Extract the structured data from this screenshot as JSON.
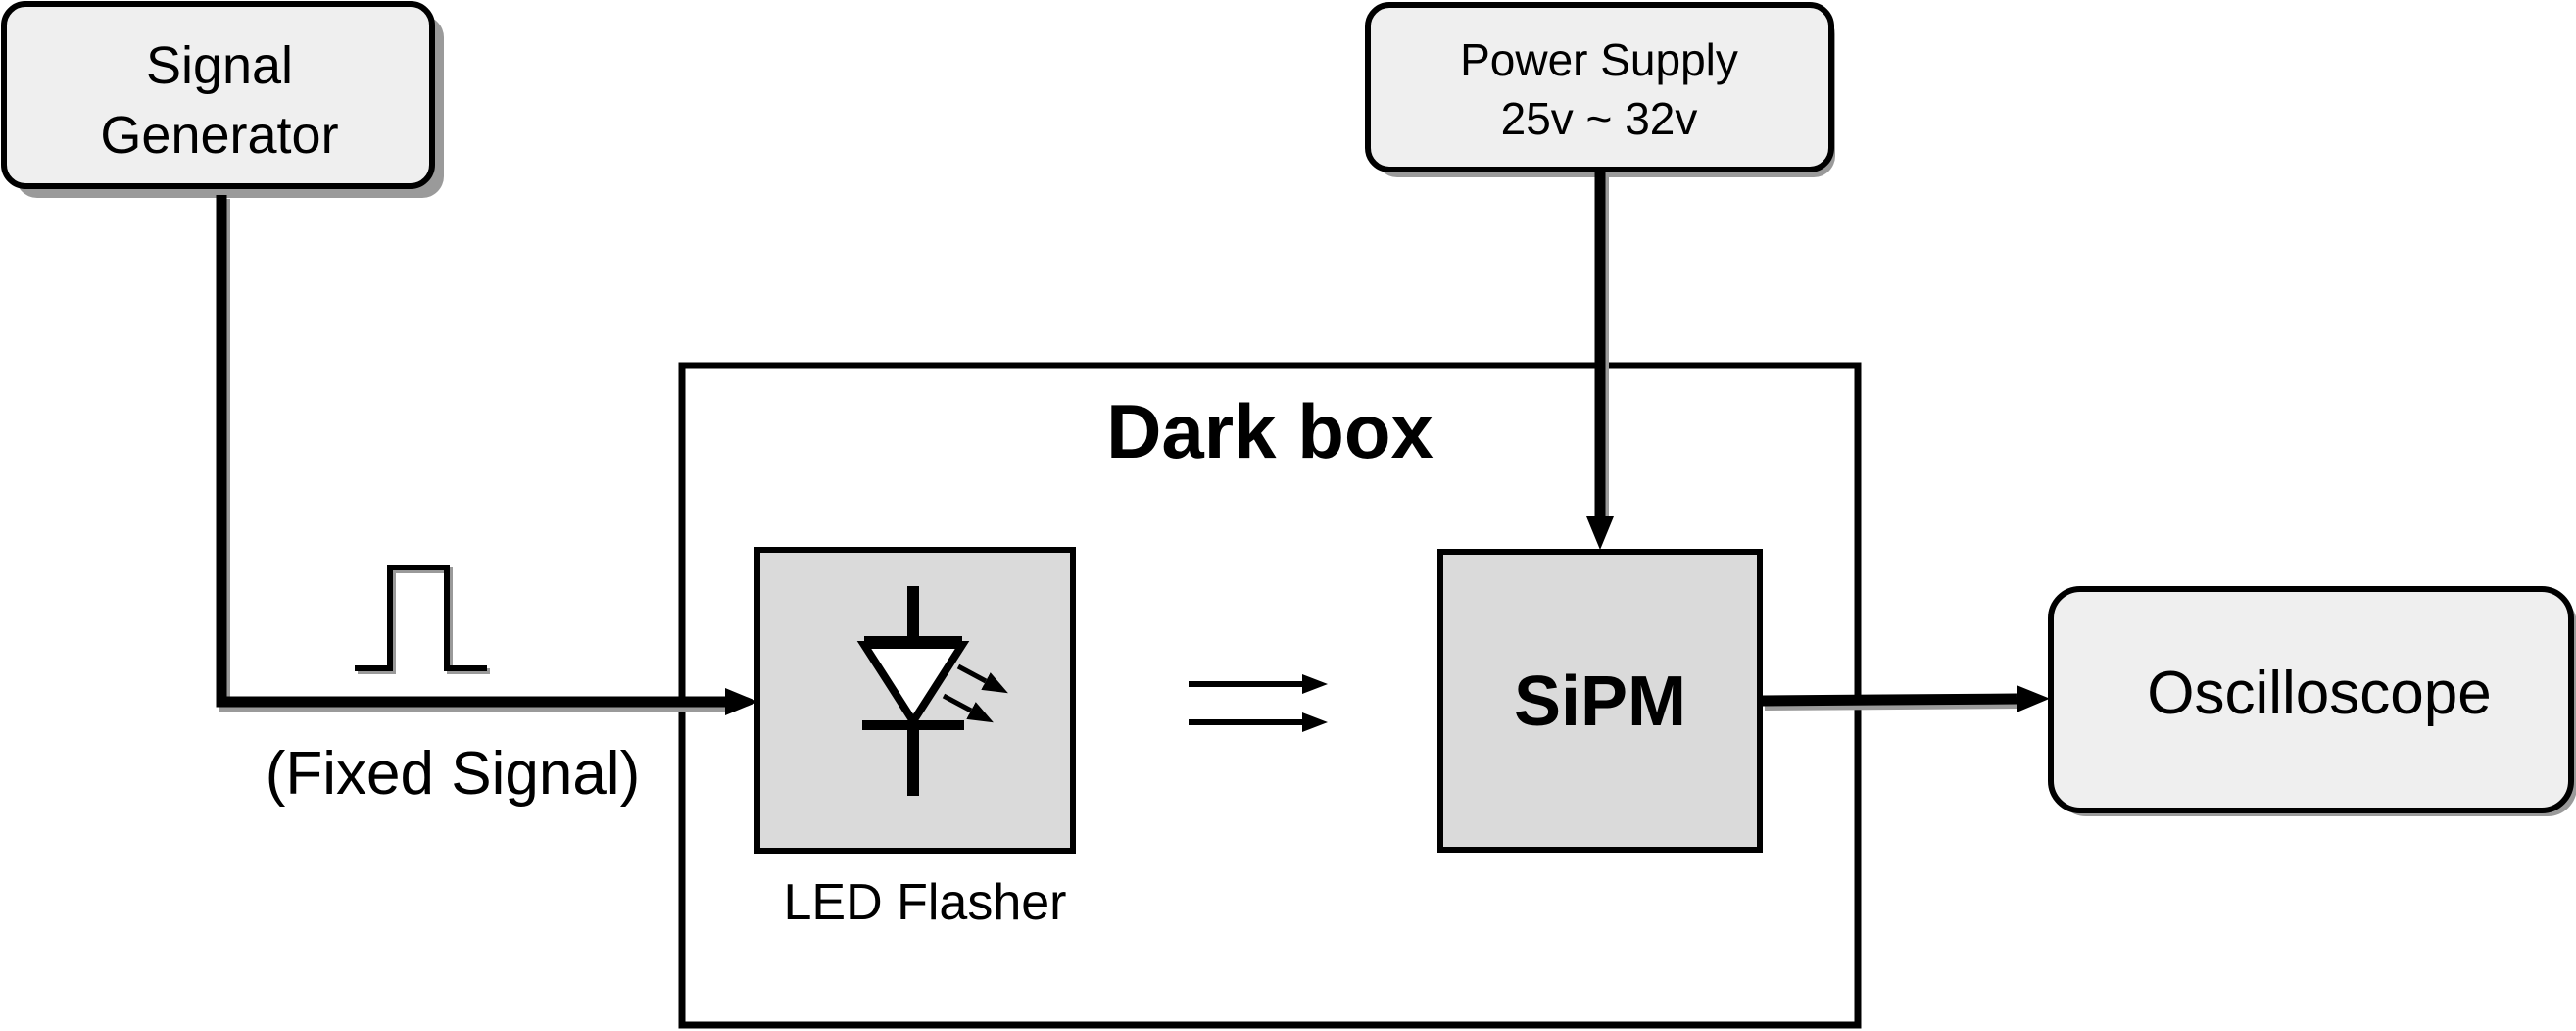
{
  "signal_generator": {
    "line1": "Signal",
    "line2": "Generator"
  },
  "power_supply": {
    "line1": "Power Supply",
    "line2": "25v ~ 32v"
  },
  "dark_box": {
    "title": "Dark box"
  },
  "fixed_signal": {
    "label": "(Fixed Signal)"
  },
  "led_flasher": {
    "label": "LED Flasher"
  },
  "sipm": {
    "label": "SiPM"
  },
  "oscilloscope": {
    "label": "Oscilloscope"
  },
  "colors": {
    "stroke": "#000000",
    "rounded_fill": "#efefef",
    "component_fill": "#dadada",
    "shadow": "#9a9a9a"
  }
}
